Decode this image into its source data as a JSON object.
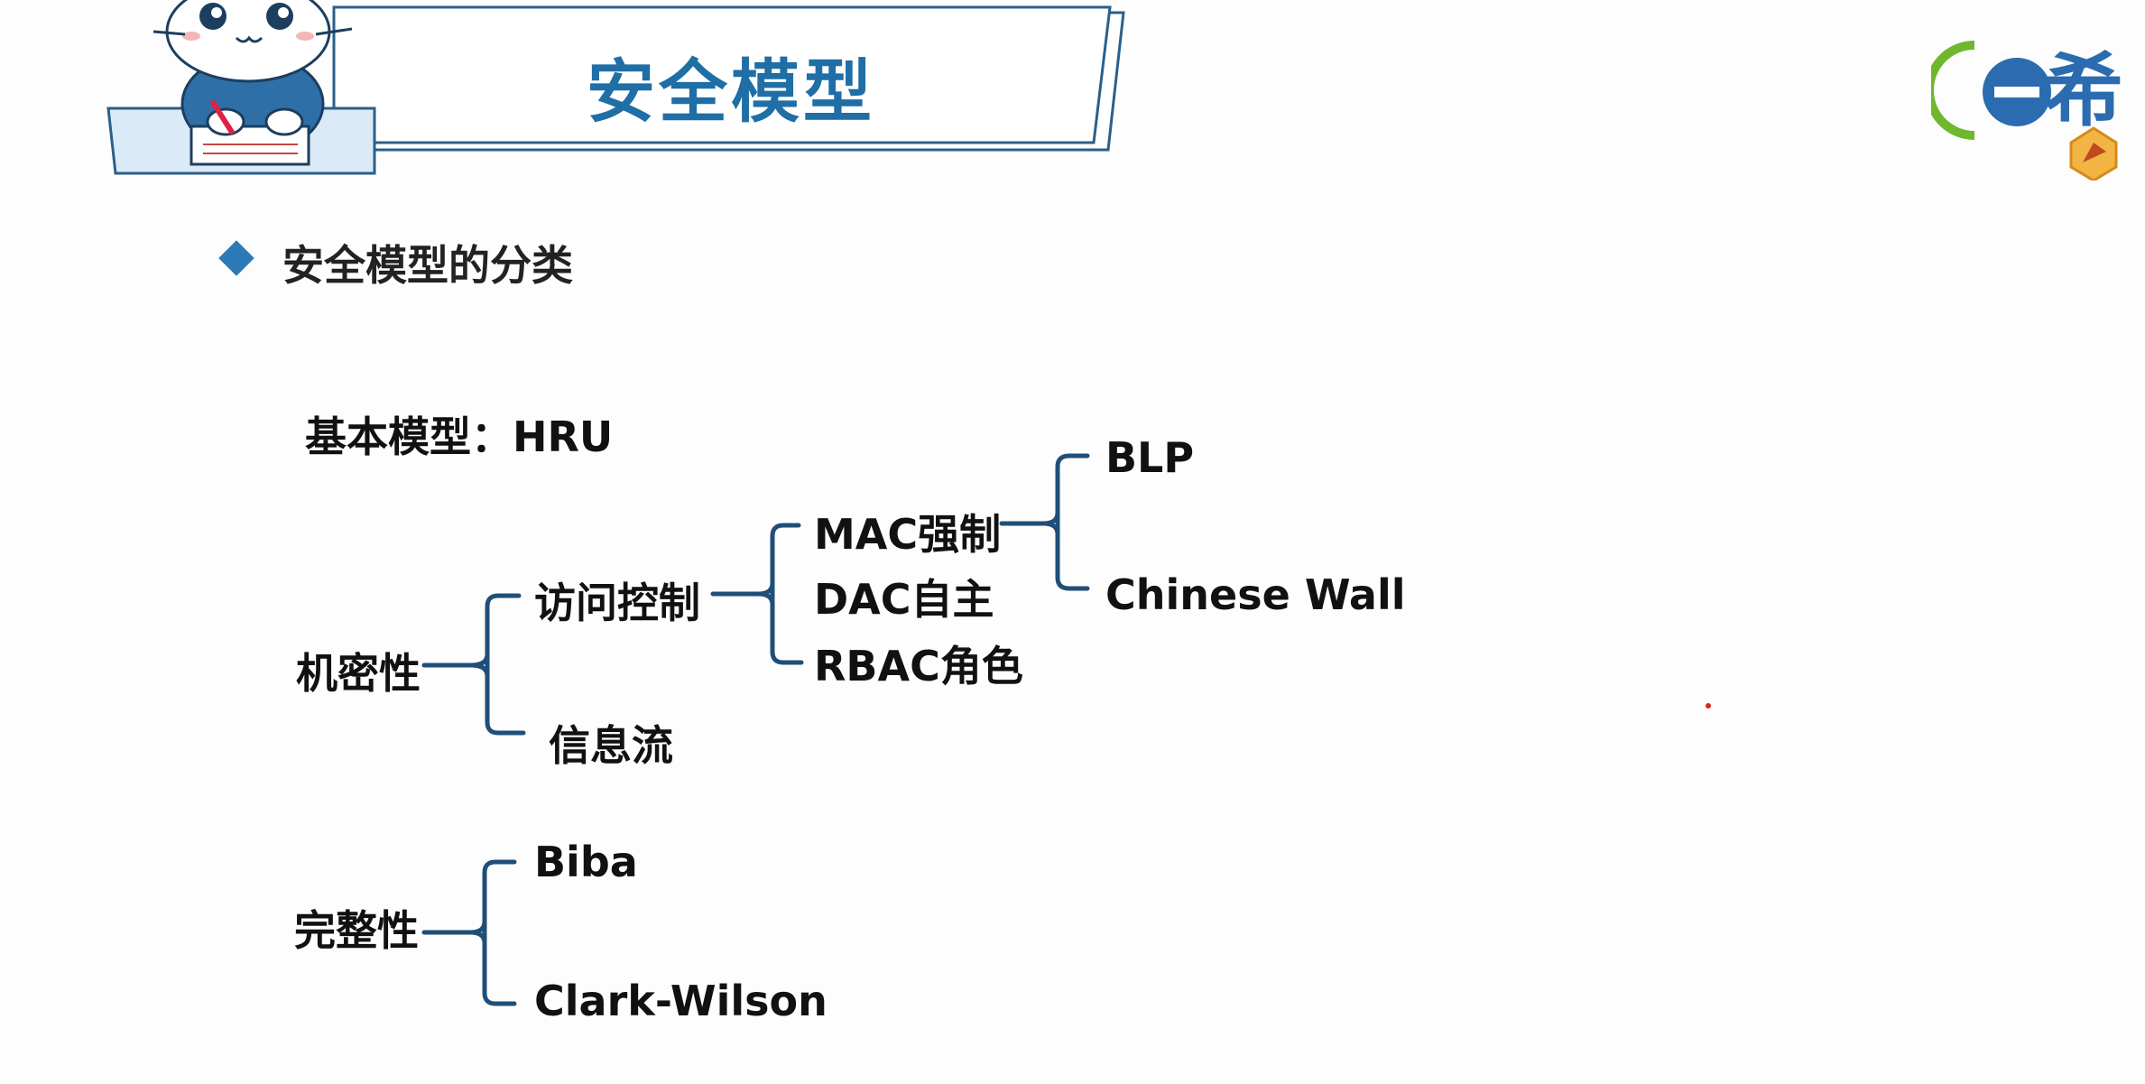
{
  "slide": {
    "title": "安全模型",
    "bullet": "安全模型的分类"
  },
  "logo": {
    "text": "希",
    "accent": "#2b6cb0"
  },
  "tree": {
    "basic": "基本模型：HRU",
    "confidentiality": {
      "label": "机密性",
      "access_control": {
        "label": "访问控制",
        "mac": {
          "label": "MAC强制",
          "children": [
            "BLP",
            "Chinese Wall"
          ]
        },
        "dac": "DAC自主",
        "rbac": "RBAC角色"
      },
      "info_flow": "信息流"
    },
    "integrity": {
      "label": "完整性",
      "children": [
        "Biba",
        "Clark-Wilson"
      ]
    }
  },
  "colors": {
    "title": "#1f6ea6",
    "bracket": "#1f4e79",
    "bullet_diamond": "#2c79b8"
  }
}
